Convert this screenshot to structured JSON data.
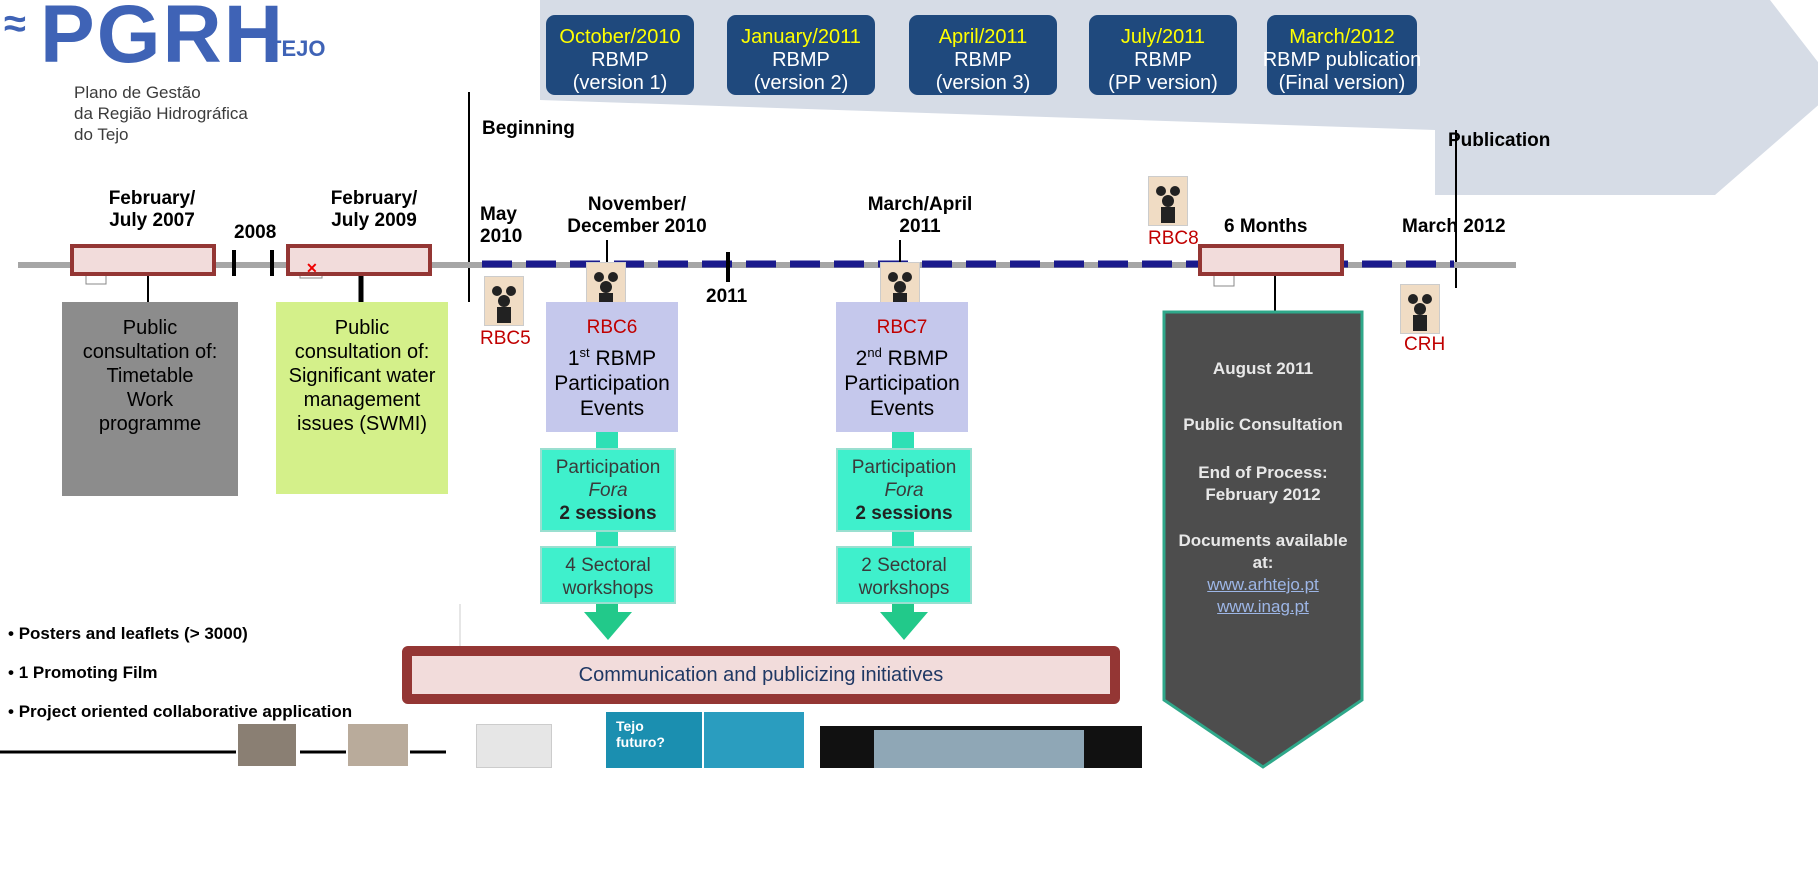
{
  "logo": {
    "brand": "PGRH",
    "waves": "≈",
    "suffix": "TEJO",
    "subtitle_lines": [
      "Plano de Gestão",
      "da Região Hidrográfica",
      "do Tejo"
    ]
  },
  "phases": [
    {
      "date": "October/2010",
      "line1": "RBMP",
      "line2": "(version 1)"
    },
    {
      "date": "January/2011",
      "line1": "RBMP",
      "line2": "(version 2)"
    },
    {
      "date": "April/2011",
      "line1": "RBMP",
      "line2": "(version 3)"
    },
    {
      "date": "July/2011",
      "line1": "RBMP",
      "line2": "(PP version)"
    },
    {
      "date": "March/2012",
      "line1": "RBMP publication",
      "line2": "(Final version)"
    }
  ],
  "markers": {
    "beginning": "Beginning",
    "publication": "Publication"
  },
  "timeline": {
    "feb_2007": [
      "February/",
      "July 2007"
    ],
    "y2008": "2008",
    "feb_2009": [
      "February/",
      "July 2009"
    ],
    "may_2010": [
      "May",
      "2010"
    ],
    "nov_2010": [
      "November/",
      "December 2010"
    ],
    "y2011": "2011",
    "mar_2011": [
      "March/April",
      "2011"
    ],
    "six_months": "6 Months",
    "mar_2012": "March 2012"
  },
  "meetings": {
    "rbc5": "RBC5",
    "rbc6": "RBC6",
    "rbc7": "RBC7",
    "rbc8": "RBC8",
    "crh": "CRH"
  },
  "consultation_2007": [
    "Public",
    "consultation of:",
    "Timetable",
    "Work",
    "programme"
  ],
  "consultation_2009": [
    "Public",
    "consultation of:",
    "Significant water",
    "management",
    "issues (SWMI)"
  ],
  "events_1": {
    "ordinal": "1",
    "sup": "st",
    "line1": " RBMP",
    "line2": "Participation",
    "line3": "Events"
  },
  "events_2": {
    "ordinal": "2",
    "sup": "nd",
    "line1": " RBMP",
    "line2": "Participation",
    "line3": "Events"
  },
  "fora_1": {
    "line1": "Participation",
    "line2": "Fora",
    "line3": "2 sessions"
  },
  "fora_2": {
    "line1": "Participation",
    "line2": "Fora",
    "line3": "2 sessions"
  },
  "workshops_1": [
    "4 Sectoral",
    "workshops"
  ],
  "workshops_2": [
    "2 Sectoral",
    "workshops"
  ],
  "communication": "Communication and publicizing initiatives",
  "public_consultation": {
    "date": "August 2011",
    "title": "Public Consultation",
    "end1": "End of Process:",
    "end2": "February 2012",
    "docs1": "Documents  available",
    "docs2": "at:",
    "link1": "www.arhtejo.pt",
    "link2": "www.inag.pt"
  },
  "bullets": [
    "Posters and leaflets (> 3000)",
    "1 Promoting Film",
    "Project oriented collaborative application"
  ],
  "poster_text": {
    "line1": "Tejo",
    "line2": "futuro?"
  },
  "colors": {
    "phase_bg": "#1f497d",
    "phase_date": "#ffff00",
    "meeting_red": "#c00000",
    "box_border": "#943634",
    "timeline_dash": "#1a1a8c"
  }
}
